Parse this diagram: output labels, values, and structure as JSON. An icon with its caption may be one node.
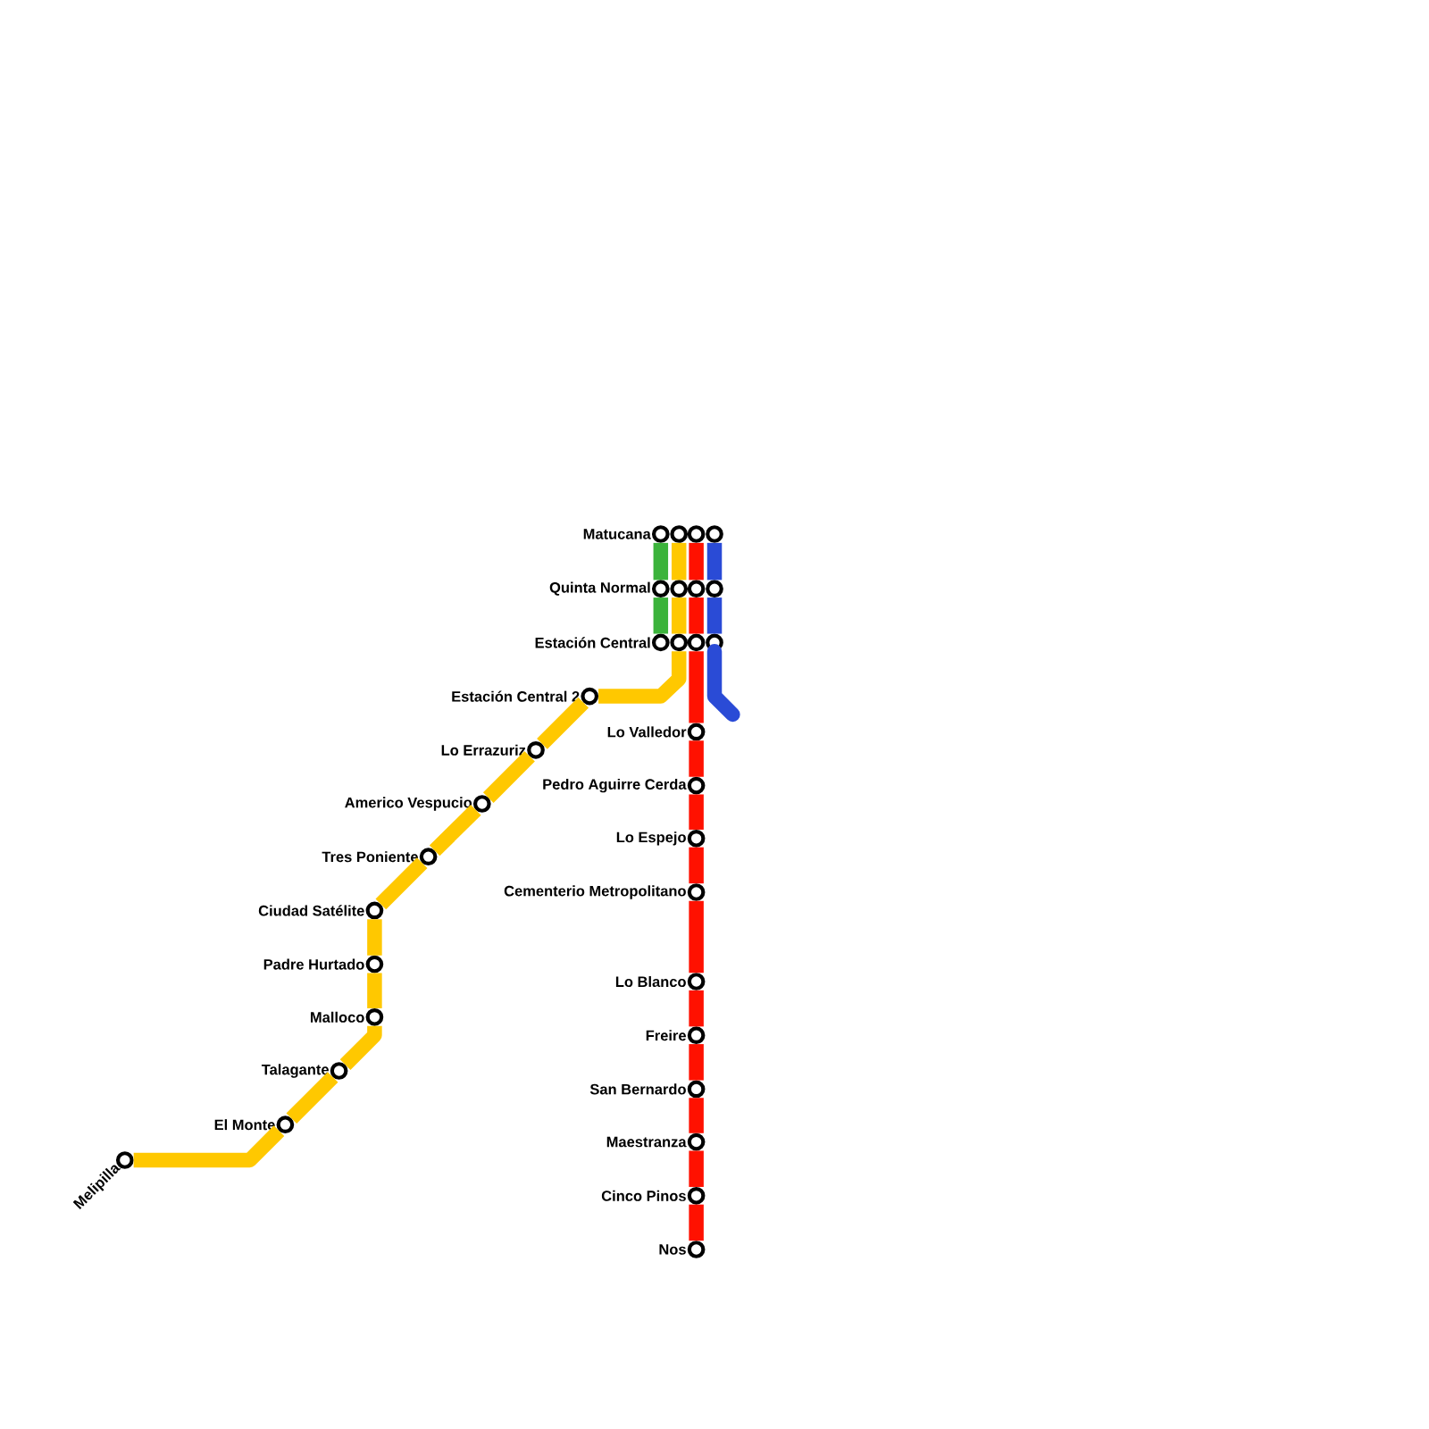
{
  "diagram": {
    "nodes": [
      {
        "text": [
          "Matucana"
        ]
      },
      {
        "text": [],
        "shape": "circle"
      },
      {
        "text": [],
        "shape": "circle"
      },
      {
        "text": [],
        "shape": "circle"
      },
      {
        "text": [
          "Quinta Normal"
        ]
      },
      {
        "text": [],
        "shape": "circle"
      },
      {
        "text": [],
        "shape": "circle"
      },
      {
        "text": [],
        "shape": "circle"
      },
      {
        "text": [
          "Estación Central"
        ]
      },
      {
        "text": [],
        "shape": "circle"
      },
      {
        "text": [],
        "shape": "circle"
      },
      {
        "text": [],
        "shape": "circle"
      },
      {
        "text": [
          "Estación Central 2"
        ]
      },
      {
        "text": [
          "Lo Errazuriz"
        ]
      },
      {
        "text": [
          "Americo Vespucio"
        ]
      },
      {
        "text": [
          "Tres Poniente"
        ]
      },
      {
        "text": [
          "Ciudad Satélite"
        ]
      },
      {
        "text": [
          "Padre Hurtado"
        ]
      },
      {
        "text": [
          "Malloco"
        ]
      },
      {
        "text": [
          "Talagante"
        ]
      },
      {
        "text": [
          "El Monte"
        ]
      },
      {
        "text": [
          "Melipilla"
        ]
      },
      {
        "text": [
          "Lo Valledor"
        ]
      },
      {
        "text": [
          "Pedro Aguirre Cerda"
        ]
      },
      {
        "text": [
          "Lo Espejo"
        ]
      },
      {
        "text": [
          "Cementerio Metropolitano"
        ]
      },
      {
        "text": [
          "Lo Blanco"
        ]
      },
      {
        "text": [
          "Freire"
        ]
      },
      {
        "text": [
          "San Bernardo"
        ]
      },
      {
        "text": [
          "Maestranza"
        ]
      },
      {
        "text": [
          "Cinco Pinos"
        ]
      },
      {
        "text": [
          "Nos"
        ]
      }
    ],
    "edges": [
      {
        "from": 0,
        "to": 4,
        "arrow": "none",
        "color": "#3bb33b"
      },
      {
        "from": 4,
        "to": 8,
        "arrow": "none",
        "color": "#3bb33b"
      },
      {
        "from": 1,
        "to": 5,
        "arrow": "none",
        "color": "#ffc800"
      },
      {
        "from": 5,
        "to": 9,
        "arrow": "none",
        "color": "#ffc800"
      },
      {
        "from": 9,
        "to": 12,
        "arrow": "none",
        "color": "#ffc800"
      },
      {
        "from": 12,
        "to": 13,
        "arrow": "none",
        "color": "#ffc800"
      },
      {
        "from": 13,
        "to": 14,
        "arrow": "none",
        "color": "#ffc800"
      },
      {
        "from": 14,
        "to": 15,
        "arrow": "none",
        "color": "#ffc800"
      },
      {
        "from": 15,
        "to": 16,
        "arrow": "none",
        "color": "#ffc800"
      },
      {
        "from": 16,
        "to": 17,
        "arrow": "none",
        "color": "#ffc800"
      },
      {
        "from": 17,
        "to": 18,
        "arrow": "none",
        "color": "#ffc800"
      },
      {
        "from": 18,
        "to": 19,
        "arrow": "none",
        "color": "#ffc800"
      },
      {
        "from": 19,
        "to": 20,
        "arrow": "none",
        "color": "#ffc800"
      },
      {
        "from": 20,
        "to": 21,
        "arrow": "none",
        "color": "#ffc800"
      },
      {
        "from": 2,
        "to": 6,
        "arrow": "none",
        "color": "#ff1100"
      },
      {
        "from": 6,
        "to": 10,
        "arrow": "none",
        "color": "#ff1100"
      },
      {
        "from": 10,
        "to": 22,
        "arrow": "none",
        "color": "#ff1100"
      },
      {
        "from": 22,
        "to": 23,
        "arrow": "none",
        "color": "#ff1100"
      },
      {
        "from": 23,
        "to": 24,
        "arrow": "none",
        "color": "#ff1100"
      },
      {
        "from": 24,
        "to": 25,
        "arrow": "none",
        "color": "#ff1100"
      },
      {
        "from": 25,
        "to": 26,
        "arrow": "none",
        "color": "#ff1100"
      },
      {
        "from": 26,
        "to": 27,
        "arrow": "none",
        "color": "#ff1100"
      },
      {
        "from": 27,
        "to": 28,
        "arrow": "none",
        "color": "#ff1100"
      },
      {
        "from": 28,
        "to": 29,
        "arrow": "none",
        "color": "#ff1100"
      },
      {
        "from": 29,
        "to": 30,
        "arrow": "none",
        "color": "#ff1100"
      },
      {
        "from": 30,
        "to": 31,
        "arrow": "none",
        "color": "#ff1100"
      },
      {
        "from": 3,
        "to": 7,
        "arrow": "none",
        "color": "#2a4bd6"
      },
      {
        "from": 7,
        "to": 11,
        "arrow": "none",
        "color": "#2a4bd6"
      },
      {
        "from": 11,
        "to": null,
        "arrow": "none",
        "color": "#2a4bd6"
      }
    ]
  }
}
